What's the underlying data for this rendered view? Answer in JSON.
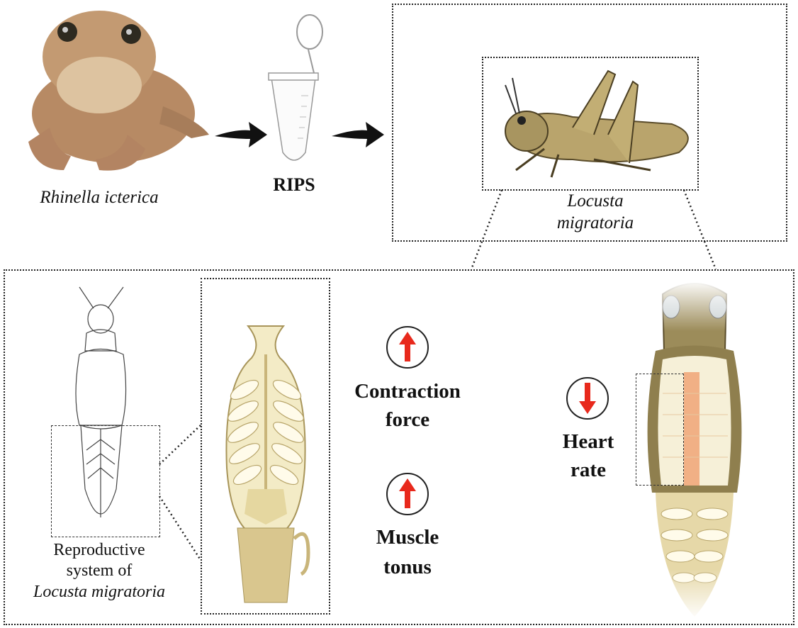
{
  "toad": {
    "label": "Rhinella icterica"
  },
  "tube": {
    "label": "RIPS"
  },
  "locust": {
    "label_line1": "Locusta",
    "label_line2": "migratoria"
  },
  "reproductive": {
    "line1": "Reproductive",
    "line2": "system of",
    "line3": "Locusta migratoria"
  },
  "effects": [
    {
      "direction": "up",
      "line1": "Contraction",
      "line2": "force"
    },
    {
      "direction": "up",
      "line1": "Muscle",
      "line2": "tonus"
    },
    {
      "direction": "down",
      "line1": "Heart",
      "line2": "rate"
    }
  ],
  "colors": {
    "arrow_red": "#e8291c",
    "tan": "#e9dcae",
    "locust_brown": "#9c8c5a"
  }
}
